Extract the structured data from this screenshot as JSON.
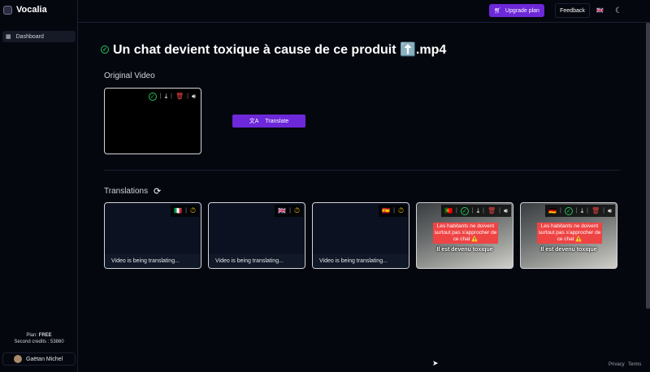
{
  "app": {
    "name": "Vocalia"
  },
  "sidebar": {
    "items": [
      {
        "label": "Dashboard",
        "icon": "grid-icon"
      }
    ],
    "plan_label": "Plan:",
    "plan_value": "FREE",
    "credits": "Second credits : 53860",
    "user": "Gaëtan Michel"
  },
  "header": {
    "upgrade": "Upgrade plan",
    "feedback": "Feedback",
    "language_flag": "🇬🇧"
  },
  "main": {
    "title": "Un chat devient toxique à cause de ce produit ⬆️.mp4",
    "original_label": "Original Video",
    "translate_label": "Translate",
    "translations_label": "Translations",
    "translations": [
      {
        "flag": "🇮🇹",
        "status": "pending",
        "text": "Video is being translating..."
      },
      {
        "flag": "🇬🇧",
        "status": "pending",
        "text": "Video is being translating..."
      },
      {
        "flag": "🇪🇸",
        "status": "pending",
        "text": "Video is being translating..."
      },
      {
        "flag": "🇵🇹",
        "status": "done",
        "subtitle_top": "Les habitants ne doivent surtout pas s'approcher de ce chat ⚠️",
        "subtitle_bottom": "Il est devenu toxique"
      },
      {
        "flag": "🇩🇪",
        "status": "done",
        "subtitle_top": "Les habitants ne doivent surtout pas s'approcher de ce chat ⚠️",
        "subtitle_bottom": "Il est devenu toxique"
      }
    ]
  },
  "footer": {
    "privacy": "Privacy",
    "terms": "Terms"
  },
  "colors": {
    "accent": "#6d28d9",
    "success": "#22c55e",
    "danger": "#ef4444",
    "pending": "#eab308"
  }
}
